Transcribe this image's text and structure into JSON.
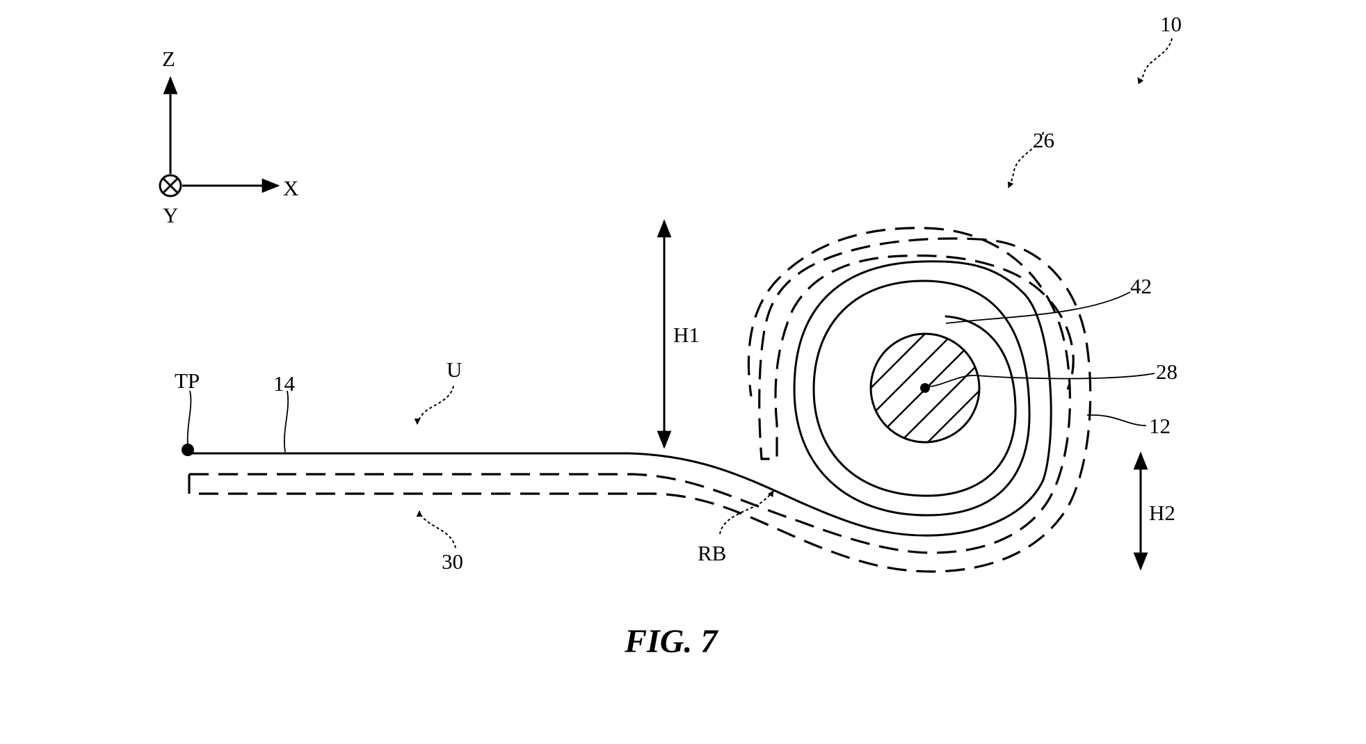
{
  "figure": {
    "caption": "FIG. 7",
    "axes": {
      "z": "Z",
      "x": "X",
      "y": "Y"
    },
    "labels": {
      "ref_10": "10",
      "ref_26": "26",
      "ref_42": "42",
      "ref_28": "28",
      "ref_12": "12",
      "ref_14": "14",
      "ref_30": "30",
      "h1": "H1",
      "h2": "H2",
      "tp": "TP",
      "u": "U",
      "rb": "RB"
    }
  }
}
